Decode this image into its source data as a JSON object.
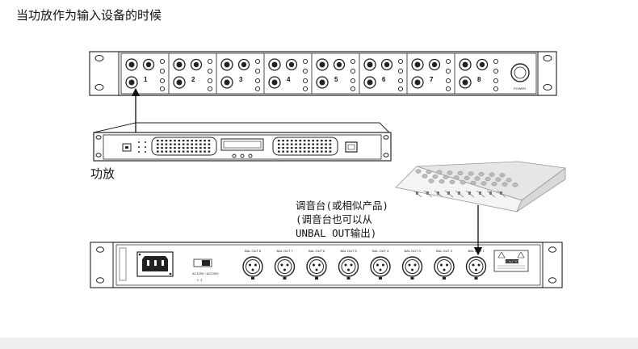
{
  "heading": "当功放作为输入设备的时候",
  "amplifier_label": "功放",
  "mixer_label_lines": [
    "调音台(或相似产品)",
    "(调音台也可以从",
    "UNBAL OUT输出)"
  ],
  "top_unit": {
    "channel_numbers": [
      "1",
      "2",
      "3",
      "4",
      "5",
      "6",
      "7",
      "8"
    ],
    "power_label": "POWER"
  },
  "bottom_unit": {
    "outputs": [
      "BAL OUT 8",
      "BAL OUT 7",
      "BAL OUT 6",
      "BAL OUT 5",
      "BAL OUT 4",
      "BAL OUT 3",
      "BAL OUT 2",
      "BAL OUT 1"
    ],
    "voltage_label": "AC115V / AC230V",
    "caution_title": "CAUTION"
  },
  "colors": {
    "line": "#222222",
    "panel": "#ffffff",
    "accent": "#111111"
  }
}
